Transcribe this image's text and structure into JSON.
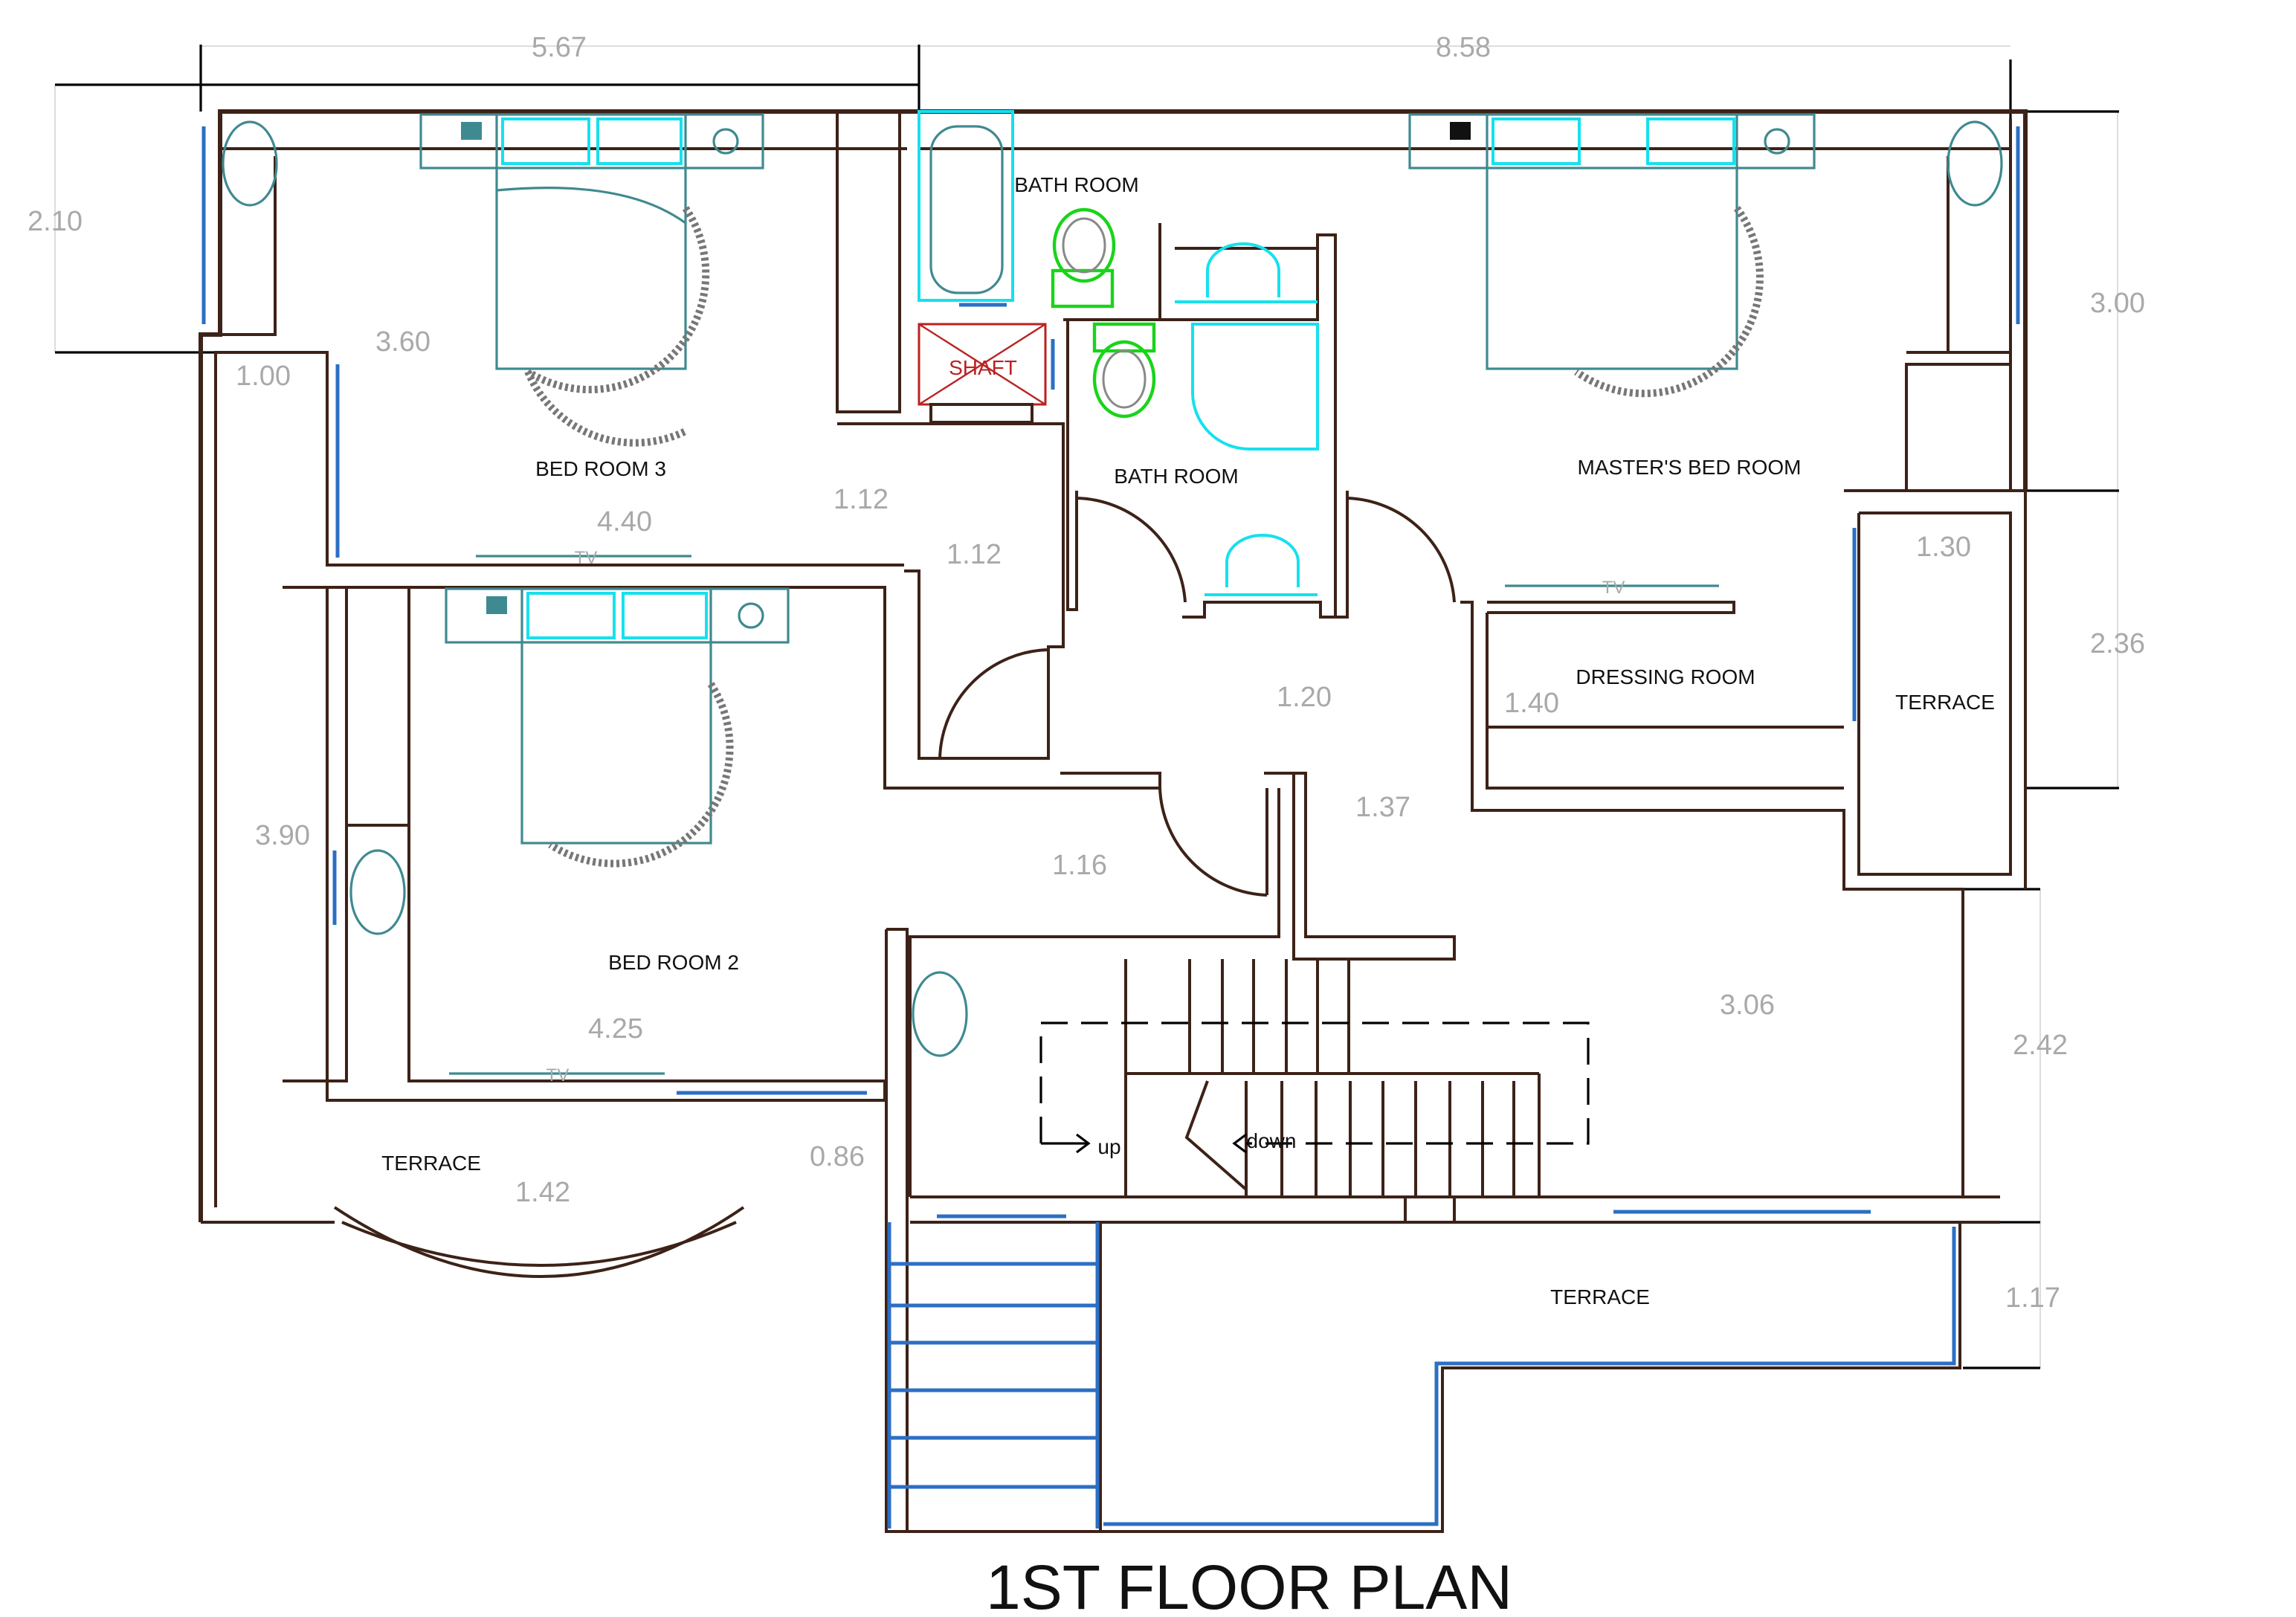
{
  "title": "1ST FLOOR PLAN",
  "rooms": {
    "bed_room_3": "BED ROOM  3",
    "bath_room_1": "BATH ROOM",
    "bath_room_2": "BATH ROOM",
    "master_bed_room": "MASTER'S BED ROOM",
    "dressing_room": "DRESSING ROOM",
    "terrace_right": "TERRACE",
    "bed_room_2": "BED ROOM  2",
    "terrace_left": "TERRACE",
    "terrace_bottom": "TERRACE",
    "shaft": "SHAFT"
  },
  "dimensions": {
    "top_left": "5.67",
    "top_right": "8.58",
    "left_closet": "2.10",
    "bed3_height": "3.60",
    "corridor_left": "1.00",
    "master_height": "3.00",
    "bed3_passage": "1.12",
    "bed3_width": "4.40",
    "hall_passage": "1.12",
    "terrace_right_width": "1.30",
    "terrace_right_height": "2.36",
    "hall_width": "1.20",
    "dressing_depth": "1.40",
    "hall_lower": "1.37",
    "bed2_height": "3.90",
    "lobby_width": "1.16",
    "stair_hall": "3.06",
    "bed2_width": "4.25",
    "right_lower": "2.42",
    "terrace_left_passage": "0.86",
    "terrace_left_depth": "1.42",
    "terrace_bottom_depth": "1.17"
  },
  "annotations": {
    "tv_bed3": "TV",
    "tv_master": "TV",
    "tv_bed2": "TV",
    "stair_up": "up",
    "stair_down": "down"
  },
  "colors": {
    "wall": "#3d2218",
    "furniture": "#3f8a90",
    "sanitary_cyan": "#17e0ee",
    "toilet_green": "#19d419",
    "window_blue": "#2c6fc4",
    "dimension_text": "#a9a9a9",
    "shaft_red": "#b22222"
  }
}
